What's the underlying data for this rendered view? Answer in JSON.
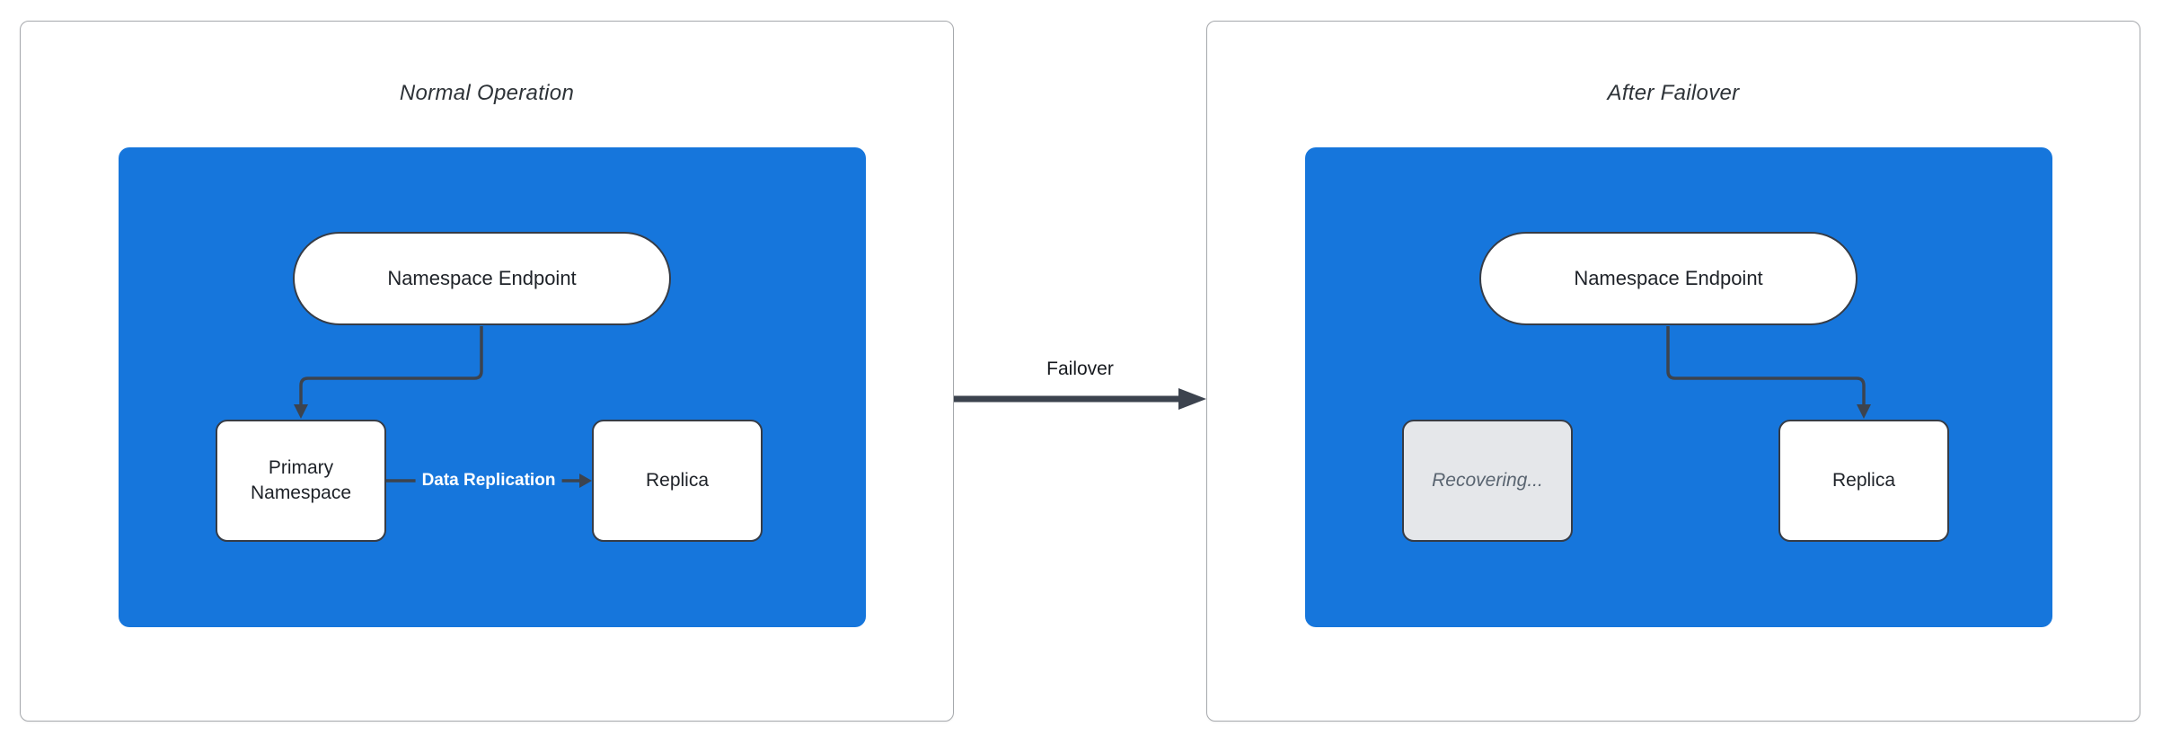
{
  "panels": [
    {
      "title": "Normal Operation",
      "endpoint_label": "Namespace Endpoint",
      "primary_label": "Primary Namespace",
      "replica_label": "Replica",
      "replication_label": "Data Replication"
    },
    {
      "title": "After Failover",
      "endpoint_label": "Namespace Endpoint",
      "recovering_label": "Recovering...",
      "replica_label": "Replica"
    }
  ],
  "transition": {
    "label": "Failover"
  },
  "colors": {
    "blue": "#1676DC",
    "stroke": "#3C434E",
    "node-border": "#363C46",
    "node-text": "#1E2228",
    "title-text": "#2E3338",
    "panel-border": "#A6A9AD",
    "recovering-fill": "#E5E7EA",
    "recovering-text": "#596470",
    "edge-label-text": "#FFFFFF",
    "failover-text": "#16191E",
    "canvas-bg": "#FFFFFF"
  }
}
